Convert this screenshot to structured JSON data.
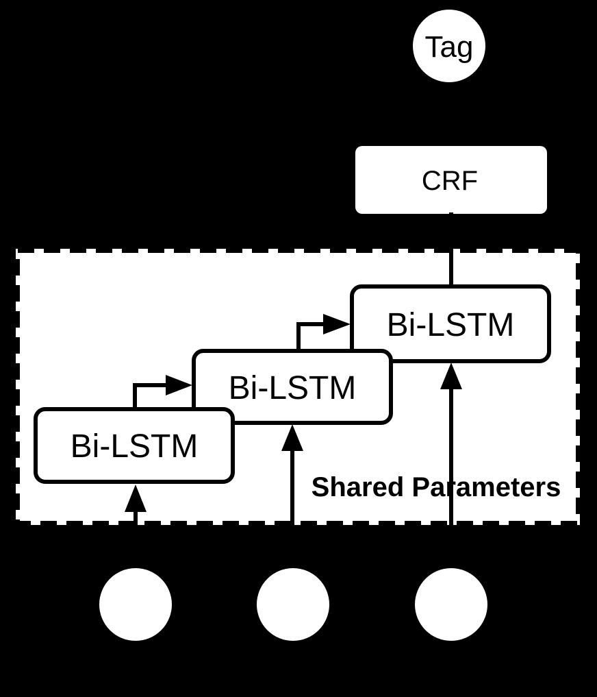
{
  "figure": {
    "tag_node": {
      "label": "Tag"
    },
    "crf_node": {
      "label": "CRF"
    },
    "lstm_layers": [
      {
        "label": "Bi-LSTM"
      },
      {
        "label": "Bi-LSTM"
      },
      {
        "label": "Bi-LSTM"
      }
    ],
    "shared_region": {
      "label": "Shared Parameters"
    },
    "input_nodes_count": 3,
    "colors": {
      "background": "#000000",
      "shape_fill": "#ffffff",
      "line": "#000000"
    }
  }
}
